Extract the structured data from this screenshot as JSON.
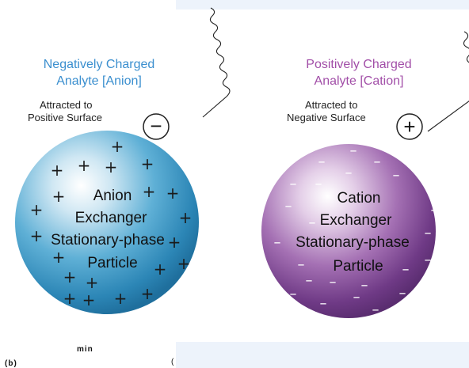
{
  "left": {
    "title_line1": "Negatively Charged",
    "title_line2": "Analyte [Anion]",
    "attract_line1": "Attracted to",
    "attract_line2": "Positive Surface",
    "particle_line1": "Anion",
    "particle_line2": "Exchanger",
    "particle_line3": "Stationary-phase",
    "particle_line4": "Particle",
    "analyte_symbol": "−",
    "surface_symbol": "+",
    "title_color": "#3b8fcf",
    "sphere_color": "#2f8fbf"
  },
  "right": {
    "title_line1": "Positively Charged",
    "title_line2": "Analyte [Cation]",
    "attract_line1": "Attracted to",
    "attract_line2": "Negative Surface",
    "particle_line1": "Cation",
    "particle_line2": "Exchanger",
    "particle_line3": "Stationary-phase",
    "particle_line4": "Particle",
    "analyte_symbol": "+",
    "surface_symbol": "–",
    "title_color": "#a24fa8",
    "sphere_color": "#7a3f8f"
  },
  "captions": {
    "min": "min",
    "b": "(b)",
    "paren": "("
  }
}
